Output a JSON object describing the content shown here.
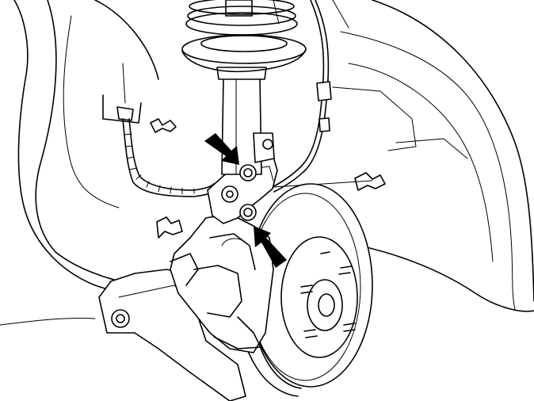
{
  "figure": {
    "background_color": "#ffffff",
    "line_color": "#000000",
    "callouts": [
      {
        "name": "upper-nut-arrow",
        "points_to": "upper-mounting-bolt"
      },
      {
        "name": "lower-nut-arrow",
        "points_to": "lower-mounting-bolt"
      }
    ],
    "components": [
      "coil-spring",
      "strut",
      "steering-knuckle",
      "brake-caliper",
      "brake-disc",
      "wheel-hub",
      "lower-arm",
      "abs-sensor-cable",
      "brake-hose",
      "wheel-arch",
      "retaining-clips"
    ]
  }
}
